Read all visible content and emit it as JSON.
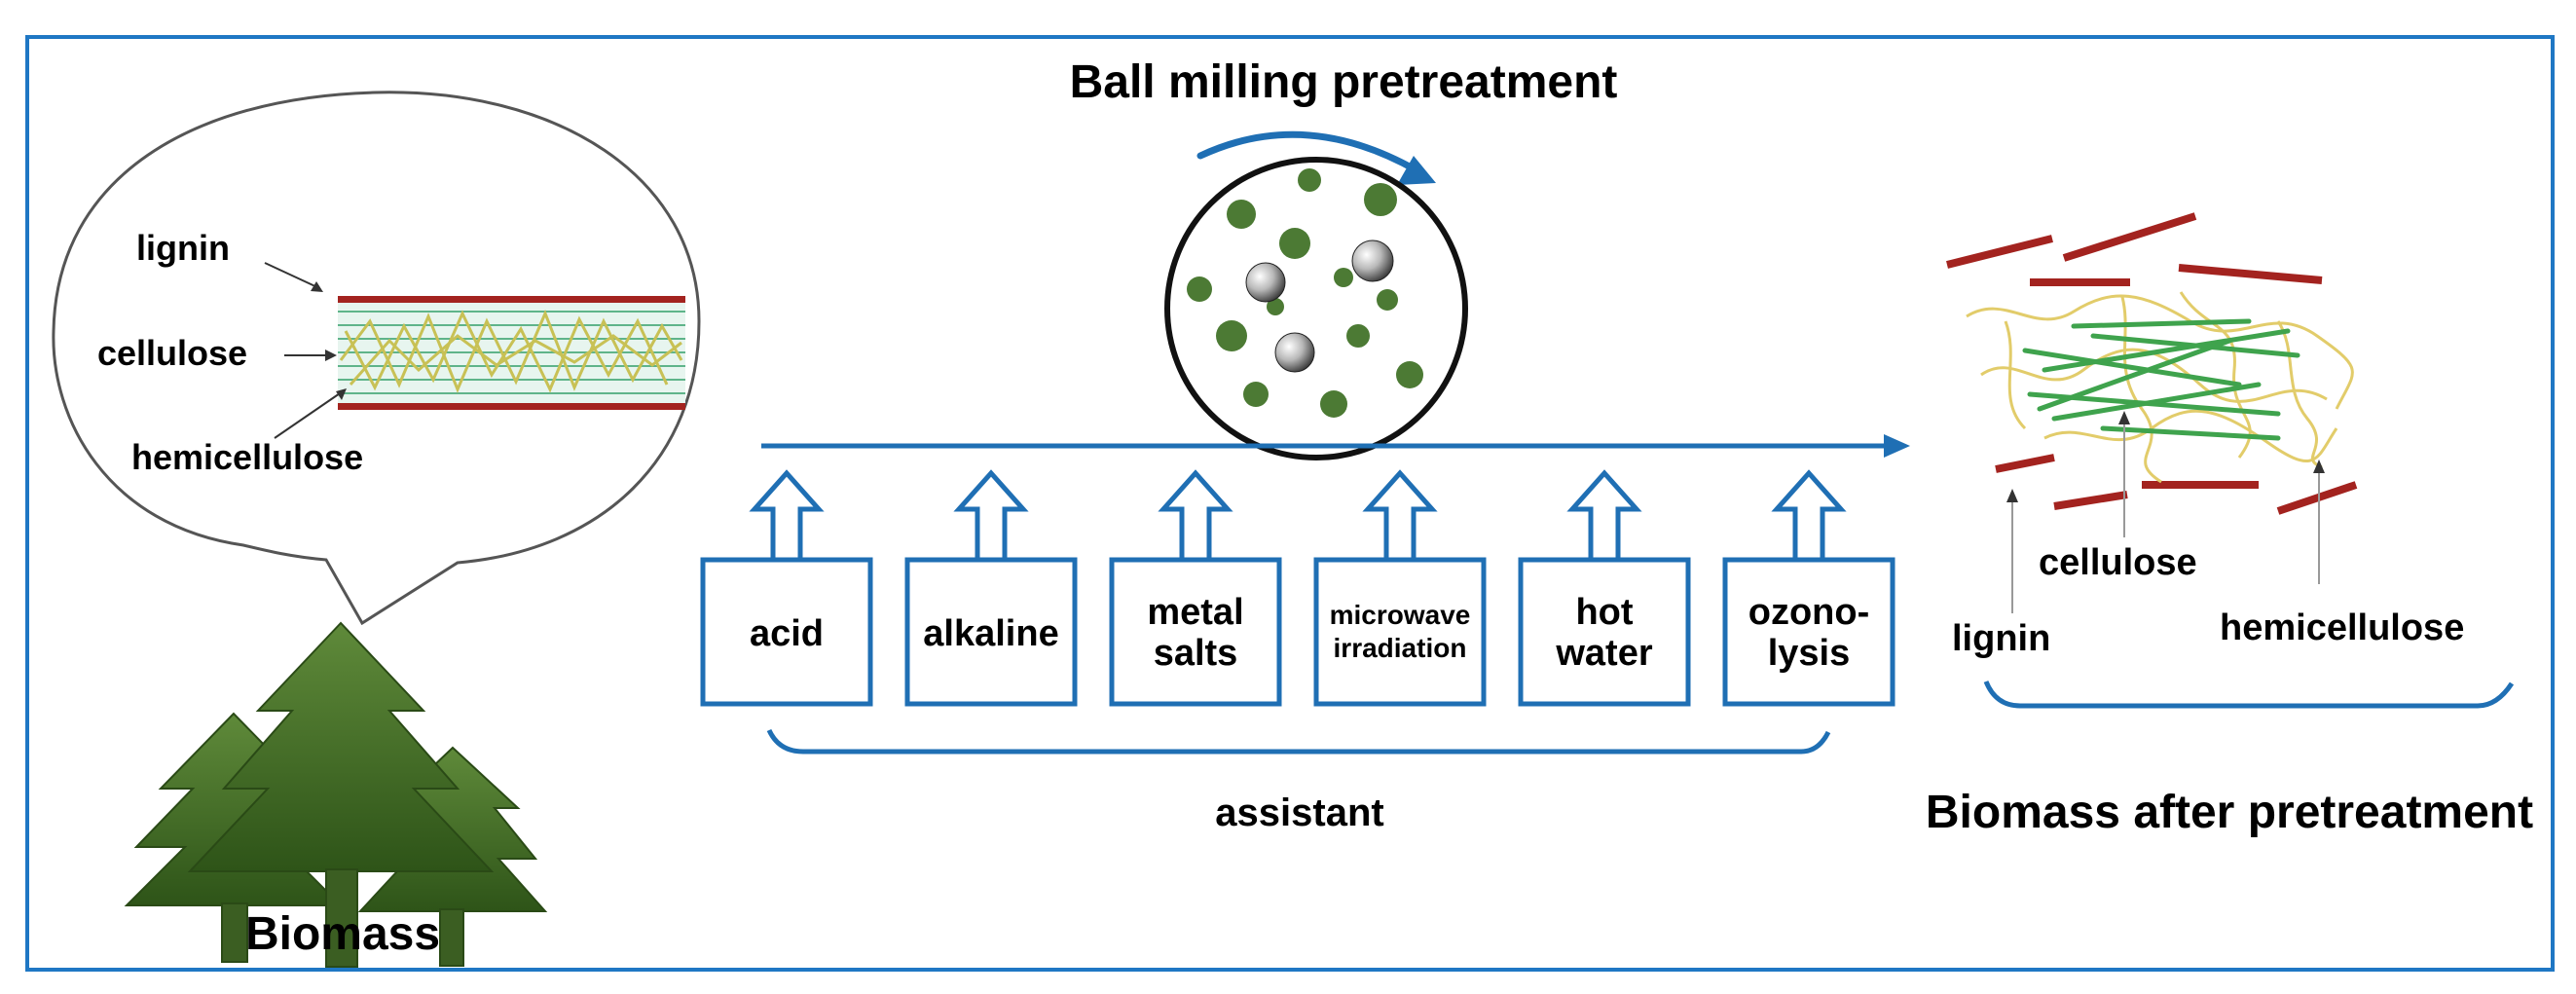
{
  "title": "Ball milling pretreatment",
  "biomass": {
    "caption": "Biomass",
    "structure_labels": {
      "lignin": "lignin",
      "cellulose": "cellulose",
      "hemicellulose": "hemicellulose"
    }
  },
  "assistants": [
    {
      "line1": "acid",
      "line2": ""
    },
    {
      "line1": "alkaline",
      "line2": ""
    },
    {
      "line1": "metal",
      "line2": "salts"
    },
    {
      "line1": "microwave",
      "line2": "irradiation"
    },
    {
      "line1": "hot",
      "line2": "water"
    },
    {
      "line1": "ozono-",
      "line2": "lysis"
    }
  ],
  "assistant_caption": "assistant",
  "after": {
    "caption": "Biomass after pretreatment",
    "labels": {
      "lignin": "lignin",
      "cellulose": "cellulose",
      "hemicellulose": "hemicellulose"
    }
  },
  "colors": {
    "frame": "#1f77c4",
    "blue": "#1f6fb4",
    "lignin": "#a3231f",
    "cellulose": "#3fa34d",
    "hemicellulose": "#d8c35a",
    "tree": "#3f6b24",
    "ball_dot": "#4c7a34"
  }
}
